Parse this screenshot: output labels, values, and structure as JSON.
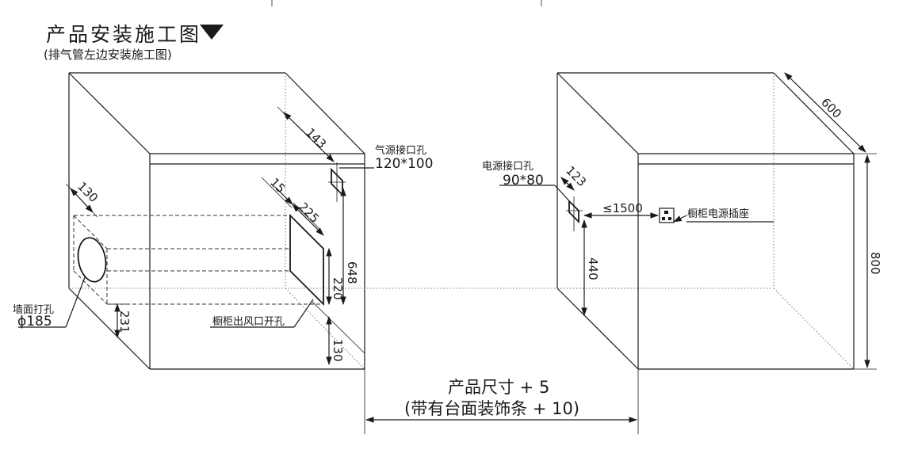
{
  "title": "产品安装施工图",
  "subtitle": "(排气管左边安装施工图)",
  "left_cabinet": {
    "gas_port_label": "气源接口孔",
    "gas_port_size": "120*100",
    "wall_hole_label": "墙面打孔",
    "wall_hole_size": "ϕ185",
    "outlet_label": "橱柜出风口开孔",
    "dims": {
      "d143": "143",
      "d130_top": "130",
      "d15": "15",
      "d225": "225",
      "d648": "648",
      "d220": "220",
      "d231": "231",
      "d130_bottom": "130"
    }
  },
  "right_cabinet": {
    "power_port_label": "电源接口孔",
    "power_port_size": "90*80",
    "socket_label": "橱柜电源插座",
    "dims": {
      "d123": "123",
      "d1500": "≤1500",
      "d440": "440",
      "d600": "600",
      "d800": "800"
    }
  },
  "bottom": {
    "size_label": "产品尺寸 + 5",
    "trim_label": "(带有台面装饰条 + 10)"
  }
}
